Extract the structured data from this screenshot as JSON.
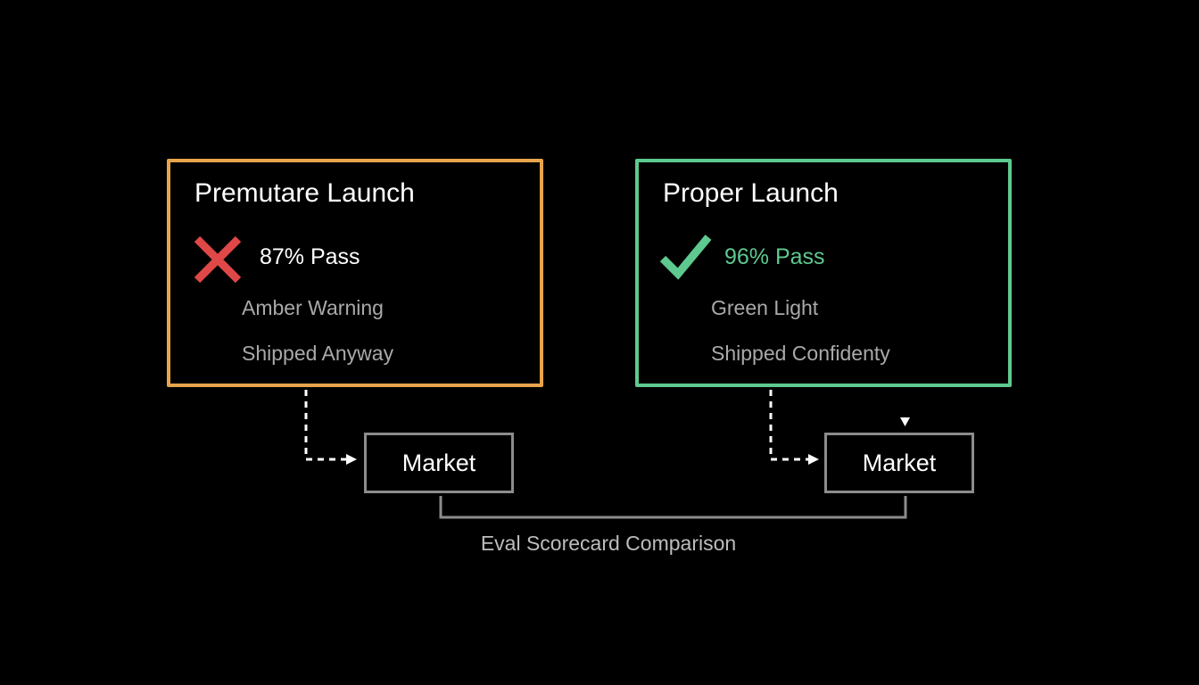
{
  "colors": {
    "background": "#000000",
    "premature_border": "#e8a44c",
    "proper_border": "#5ec98f",
    "fail_icon": "#e04848",
    "pass_icon": "#5ec98f",
    "proper_pass_text": "#5ec98f",
    "secondary_text": "#a9a9a9",
    "connector": "#8c8c8c"
  },
  "cards": [
    {
      "title": "Premutare Launch",
      "status_icon": "cross-icon",
      "pass_rate": "87% Pass",
      "line1": "Amber Warning",
      "line2": "Shipped Anyway"
    },
    {
      "title": "Proper Launch",
      "status_icon": "check-icon",
      "pass_rate": "96% Pass",
      "line1": "Green Light",
      "line2": "Shipped Confidenty"
    }
  ],
  "markets": [
    {
      "label": "Market"
    },
    {
      "label": "Market"
    }
  ],
  "caption": "Eval Scorecard Comparison"
}
